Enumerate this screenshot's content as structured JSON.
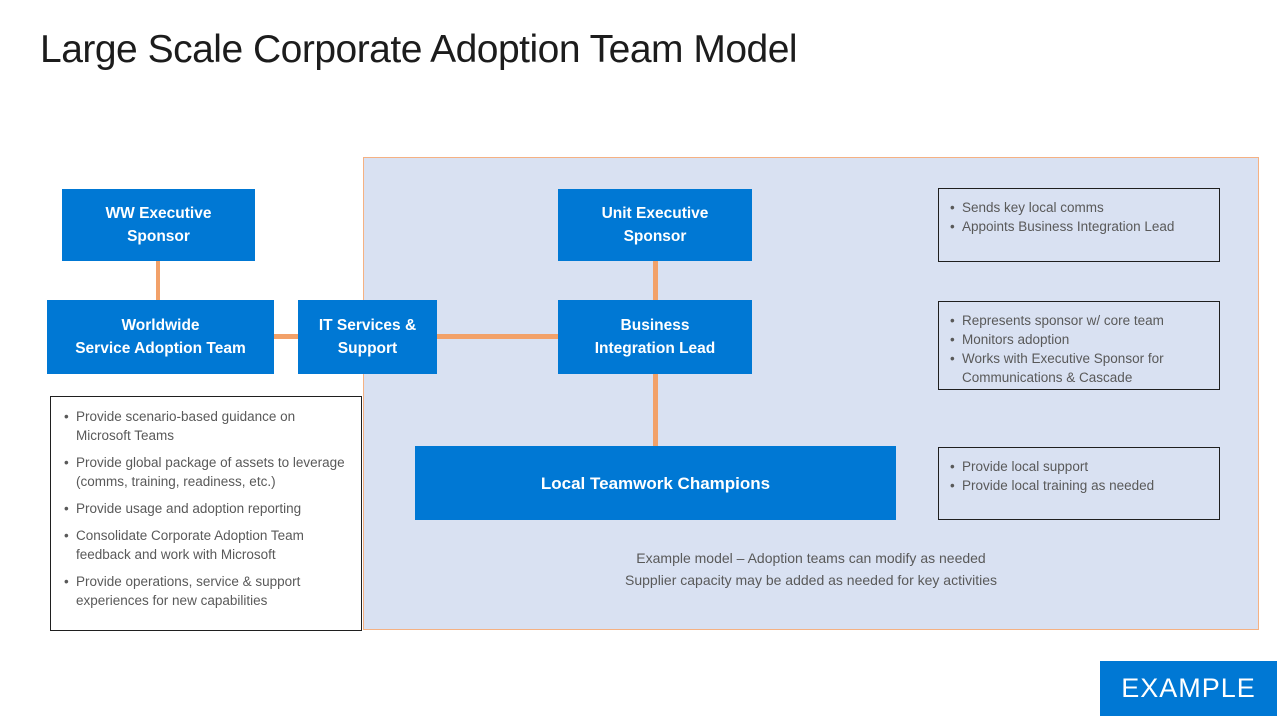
{
  "slide": {
    "title": "Large Scale Corporate Adoption Team Model",
    "example_badge": "EXAMPLE",
    "caption_line1": "Example model – Adoption teams can modify as needed",
    "caption_line2": "Supplier capacity may be added as needed for key activities"
  },
  "nodes": {
    "ww_exec_sponsor": {
      "line1": "WW Executive",
      "line2": "Sponsor"
    },
    "worldwide_team": {
      "line1": "Worldwide",
      "line2": "Service Adoption Team"
    },
    "it_services": {
      "line1": "IT Services &",
      "line2": "Support"
    },
    "unit_exec_sponsor": {
      "line1": "Unit Executive",
      "line2": "Sponsor"
    },
    "business_integration_lead": {
      "line1": "Business",
      "line2": "Integration Lead"
    },
    "local_champions": {
      "label": "Local Teamwork Champions"
    }
  },
  "notes": {
    "worldwide_team_notes": [
      "Provide scenario-based guidance on Microsoft Teams",
      "Provide global package of assets to leverage (comms, training, readiness, etc.)",
      "Provide usage and adoption reporting",
      "Consolidate Corporate Adoption Team feedback and work with Microsoft",
      "Provide operations, service & support experiences for new capabilities"
    ],
    "unit_sponsor_notes": [
      "Sends key local comms",
      "Appoints Business Integration Lead"
    ],
    "business_lead_notes": [
      "Represents sponsor w/ core team",
      "Monitors adoption",
      "Works with Executive Sponsor for Communications & Cascade"
    ],
    "local_champions_notes": [
      "Provide local support",
      "Provide local training as needed"
    ]
  },
  "colors": {
    "node_blue": "#0078d4",
    "panel_fill": "#d9e1f2",
    "panel_border": "#f5b183",
    "connector_orange": "#f2a169",
    "note_border": "#1f1f1f",
    "body_text": "#595959",
    "title_text": "#1c1c1c"
  }
}
